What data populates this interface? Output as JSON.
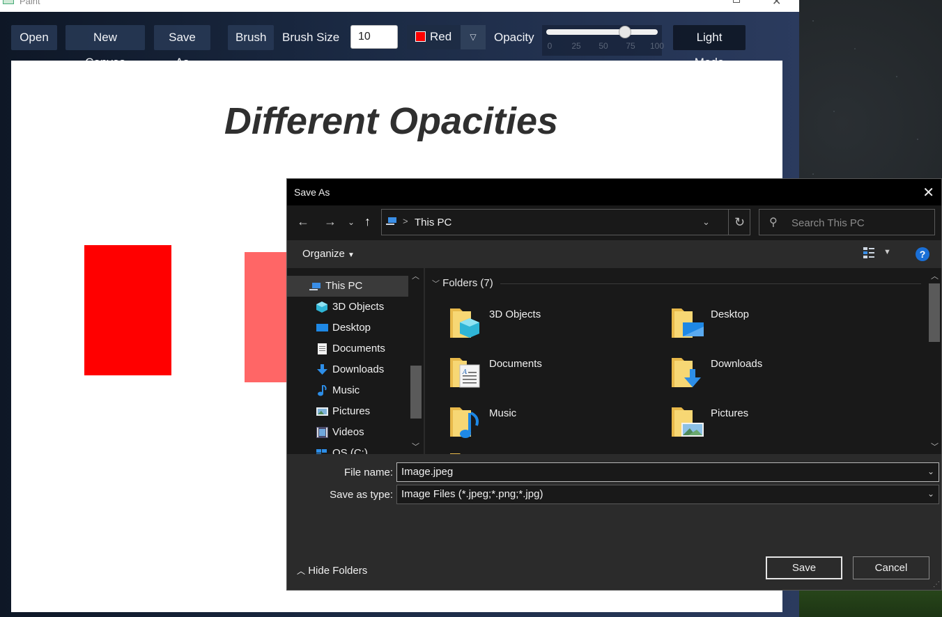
{
  "window": {
    "title": "Paint"
  },
  "toolbar": {
    "open_label": "Open",
    "new_canvas_label": "New Canvas",
    "save_as_label": "Save As",
    "brush_label": "Brush",
    "brush_size_label": "Brush Size",
    "brush_size_value": "10",
    "color_value": "Red",
    "color_hex": "#ff0000",
    "opacity_label": "Opacity",
    "opacity_value": 75,
    "opacity_ticks": [
      "0",
      "25",
      "50",
      "75",
      "100"
    ],
    "light_mode_label": "Light Mode"
  },
  "canvas": {
    "title": "Different Opacities",
    "shapes": [
      {
        "color": "#ff0000"
      },
      {
        "color": "#ff6666"
      }
    ]
  },
  "dialog": {
    "title": "Save As",
    "address": "This PC",
    "search_placeholder": "Search This PC",
    "organize_label": "Organize",
    "help_label": "?",
    "nav_items": [
      {
        "label": "This PC",
        "icon": "pc-icon"
      },
      {
        "label": "3D Objects",
        "icon": "cube-icon"
      },
      {
        "label": "Desktop",
        "icon": "desktop-icon"
      },
      {
        "label": "Documents",
        "icon": "document-icon"
      },
      {
        "label": "Downloads",
        "icon": "download-icon"
      },
      {
        "label": "Music",
        "icon": "music-icon"
      },
      {
        "label": "Pictures",
        "icon": "pictures-icon"
      },
      {
        "label": "Videos",
        "icon": "videos-icon"
      },
      {
        "label": "OS (C:)",
        "icon": "drive-icon"
      }
    ],
    "folders_header": "Folders (7)",
    "folders": [
      {
        "label": "3D Objects",
        "icon": "folder-3d-objects-icon"
      },
      {
        "label": "Desktop",
        "icon": "folder-desktop-icon"
      },
      {
        "label": "Documents",
        "icon": "folder-documents-icon"
      },
      {
        "label": "Downloads",
        "icon": "folder-downloads-icon"
      },
      {
        "label": "Music",
        "icon": "folder-music-icon"
      },
      {
        "label": "Pictures",
        "icon": "folder-pictures-icon"
      }
    ],
    "file_name_label": "File name:",
    "file_name_value": "Image.jpeg",
    "save_type_label": "Save as type:",
    "save_type_value": "Image Files (*.jpeg;*.png;*.jpg)",
    "hide_folders_label": "Hide Folders",
    "save_label": "Save",
    "cancel_label": "Cancel"
  }
}
